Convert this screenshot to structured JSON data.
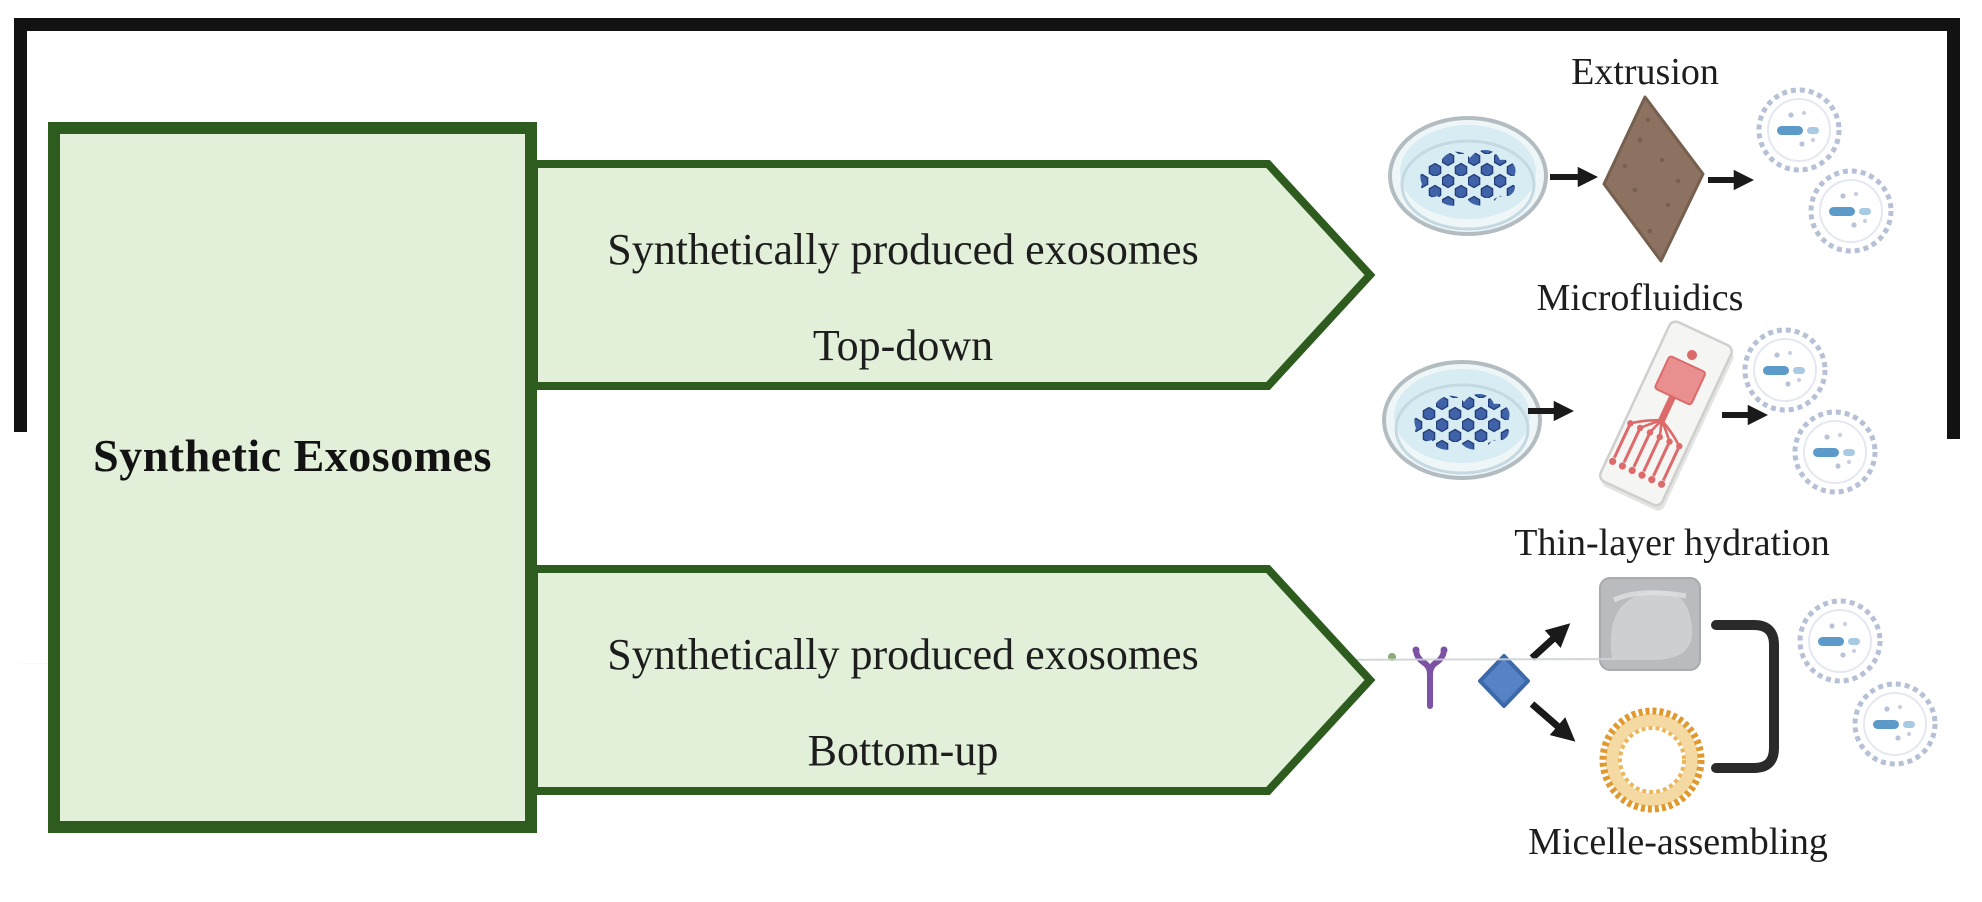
{
  "diagram": {
    "main_box_label": "Synthetic Exosomes",
    "top_banner": {
      "line1": "Synthetically produced exosomes",
      "line2": "Top-down"
    },
    "bottom_banner": {
      "line1": "Synthetically produced exosomes",
      "line2": "Bottom-up"
    },
    "method_labels": {
      "extrusion": "Extrusion",
      "microfluidics": "Microfluidics",
      "thin_layer_hydration": "Thin-layer hydration",
      "micelle_assembling": "Micelle-assembling"
    },
    "icons": {
      "cell_culture": "petri-dish-icon",
      "process_arrow": "arrow-right-icon",
      "extrusion_membrane": "membrane-diamond-icon",
      "microfluidic_chip": "microfluidic-chip-icon",
      "exosome": "exosome-vesicle-icon",
      "antibody": "antibody-y-icon",
      "lipid_unit": "lipid-diamond-icon",
      "lipid_film": "lipid-film-icon",
      "micelle": "micelle-ring-icon",
      "merge": "merge-bracket-icon"
    },
    "colors": {
      "box_fill": "#e2efd9",
      "box_border": "#2d5c1e",
      "bracket_black": "#121212",
      "cell_blue": "#3f62a8",
      "membrane_brown": "#8d7161",
      "chip_red": "#dd6a6a",
      "antibody_purple": "#7c52a5",
      "lipid_blue": "#5583c6",
      "film_gray": "#b9bbbe",
      "micelle_orange": "#e0992f",
      "exosome_ring": "#b6c0d6"
    }
  }
}
